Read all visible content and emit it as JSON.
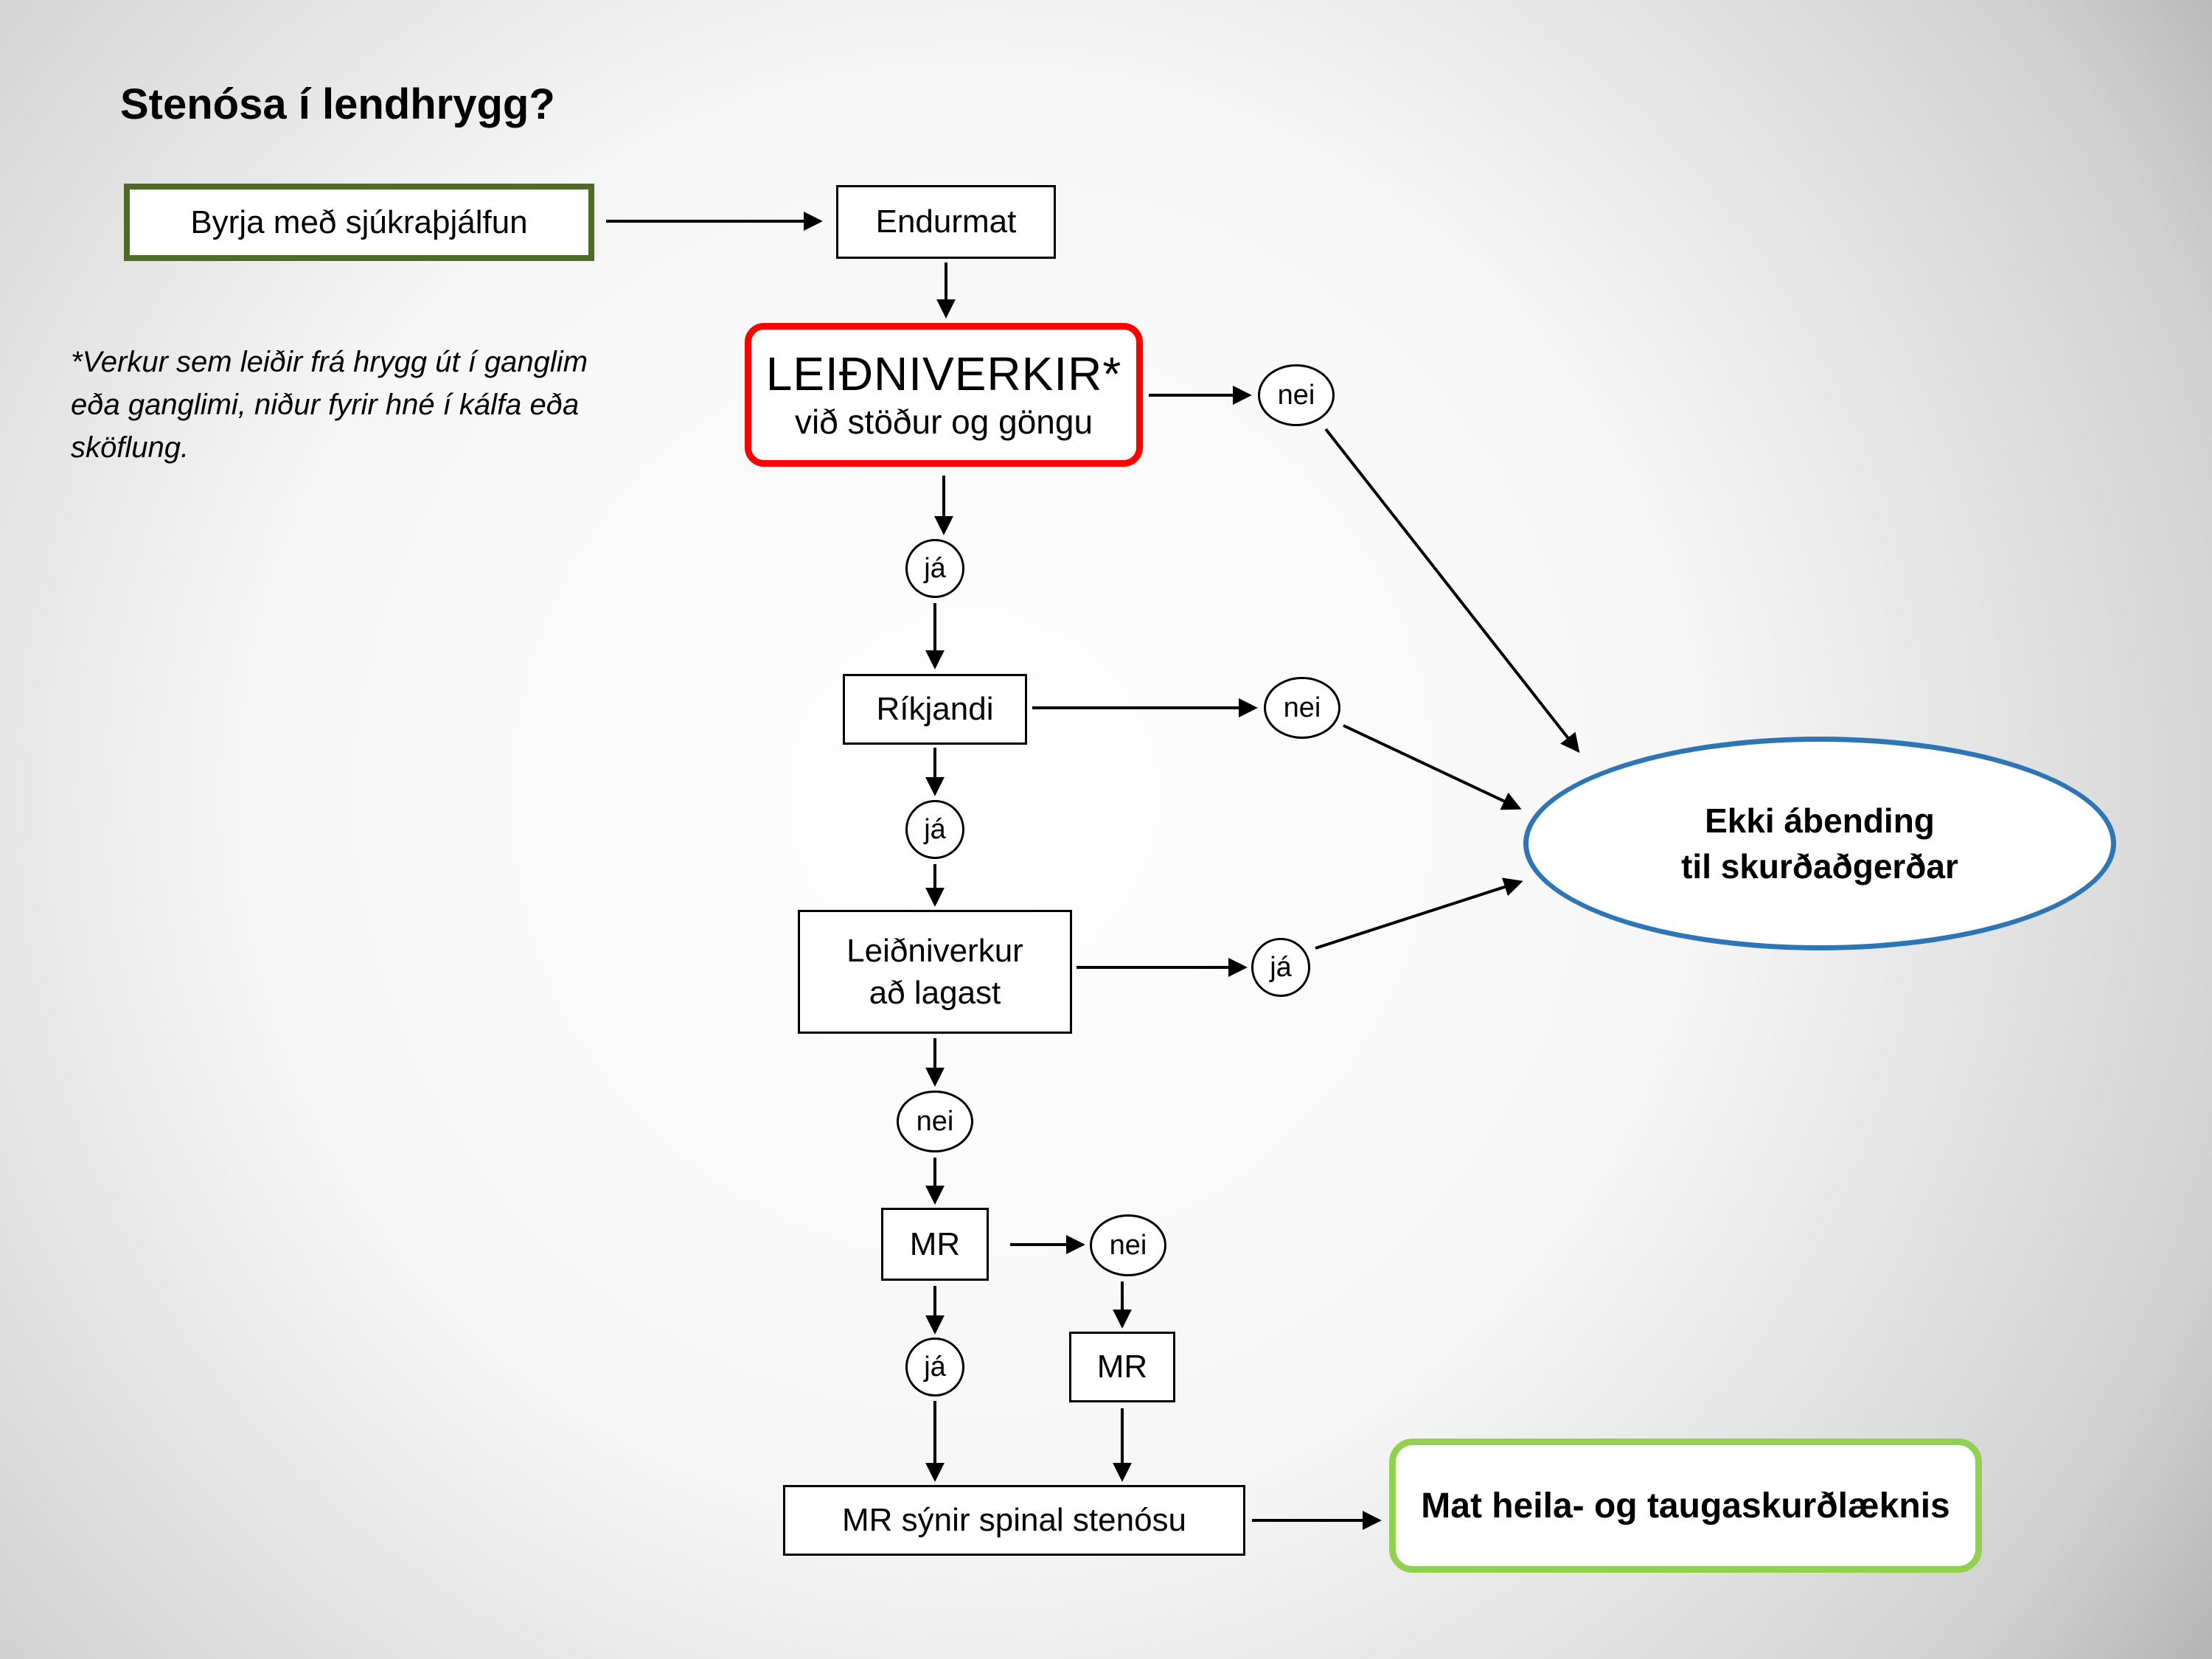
{
  "title": "Stenósa í lendhrygg?",
  "footnote": {
    "line1": "*Verkur sem leiðir frá hrygg út í ganglim",
    "line2": "eða ganglimi, niður fyrir hné í kálfa eða",
    "line3": "sköflung."
  },
  "labels": {
    "yes": "já",
    "no": "nei"
  },
  "nodes": {
    "start": "Byrja með sjúkraþjálfun",
    "reassess": "Endurmat",
    "radiating_title": "LEIÐNIVERKIR*",
    "radiating_sub": "við stöður og göngu",
    "dominant": "Ríkjandi",
    "improving_line1": "Leiðniverkur",
    "improving_line2": "að lagast",
    "mri_1": "MR",
    "mri_2": "MR",
    "mri_result": "MR sýnir spinal stenósu",
    "no_surgery_line1": "Ekki ábending",
    "no_surgery_line2": "til skurðaðgerðar",
    "referral": "Mat heila- og taugaskurðlæknis"
  },
  "colors": {
    "start_border": "#4e6b28",
    "alert_border": "#ff0000",
    "ellipse_border": "#2e75b6",
    "referral_border": "#92d050",
    "line": "#000000"
  }
}
